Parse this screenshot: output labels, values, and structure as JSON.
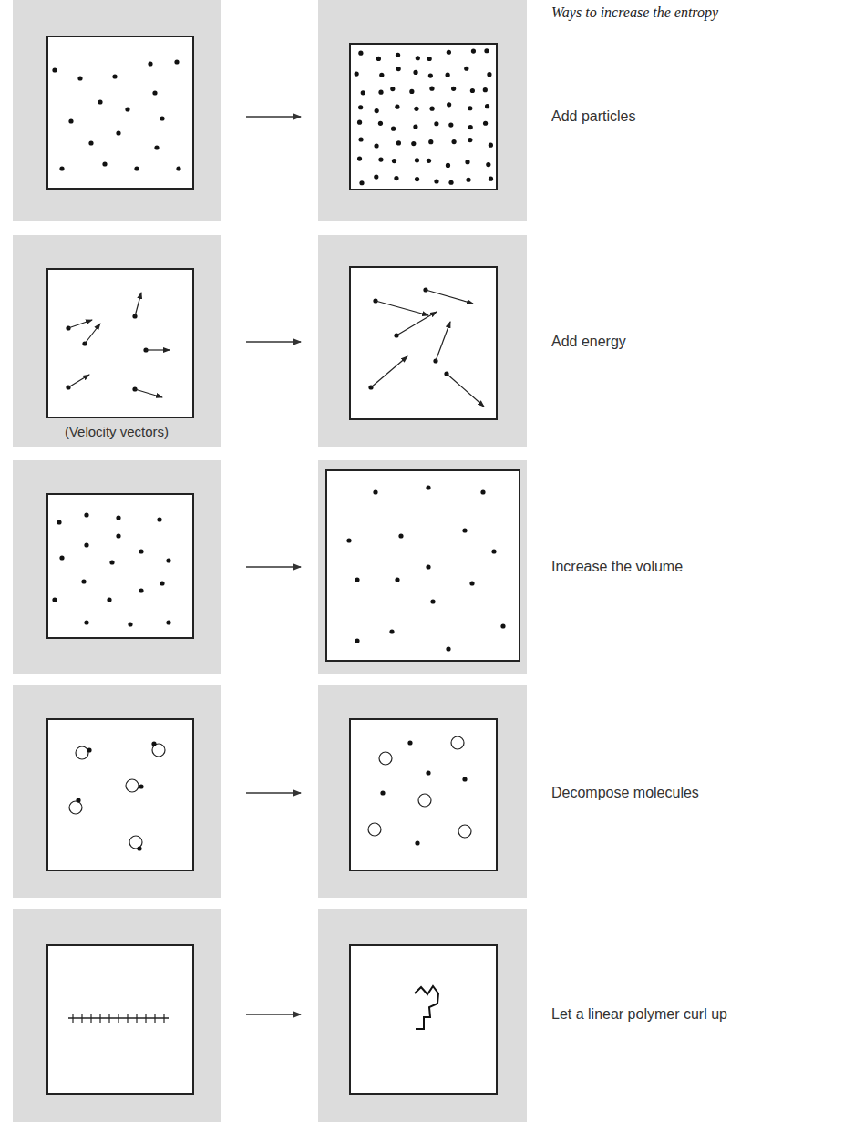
{
  "diagram": {
    "title": "Ways to increase the entropy",
    "labels": [
      "Add particles",
      "(Velocity vectors)",
      "Add energy",
      "Increase the volume",
      "Decompose molecules",
      "Let a linear polymer curl up"
    ]
  }
}
